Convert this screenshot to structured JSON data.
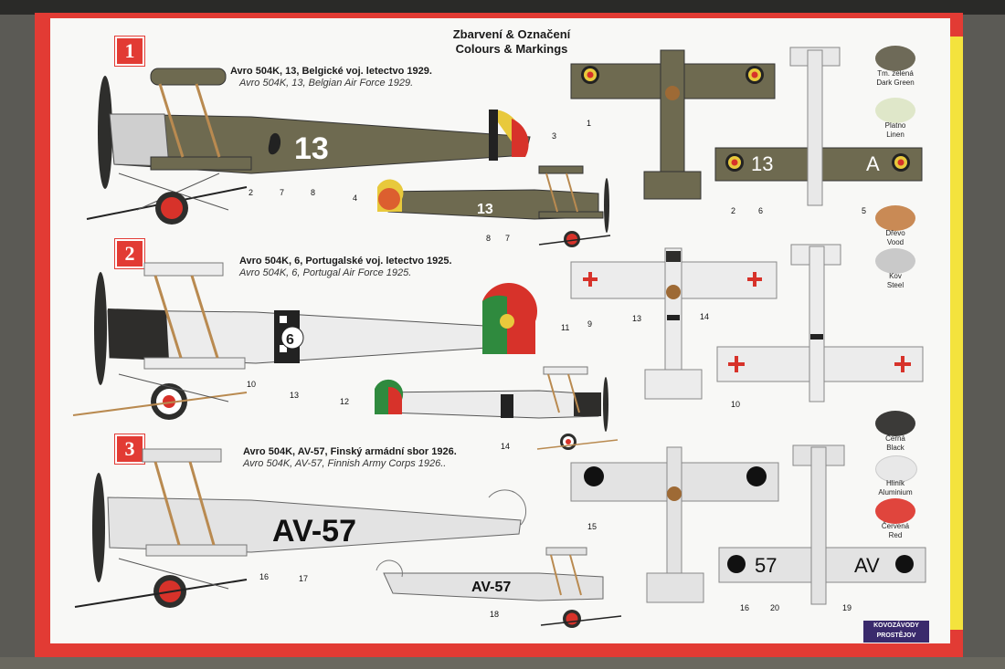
{
  "header": {
    "title_cz": "Zbarvení & Označení",
    "title_en": "Colours & Markings"
  },
  "schemes": [
    {
      "badge": "1",
      "caption_local": "Avro 504K, 13, Belgické voj. letectvo 1929.",
      "caption_en": "Avro 504K, 13, Belgian Air Force 1929.",
      "serial": "13"
    },
    {
      "badge": "2",
      "caption_local": "Avro 504K, 6, Portugalské voj. letectvo 1925.",
      "caption_en": "Avro 504K, 6, Portugal Air Force 1925.",
      "serial": "6"
    },
    {
      "badge": "3",
      "caption_local": "Avro 504K, AV-57, Finský armádní sbor  1926.",
      "caption_en": "Avro 504K, AV-57, Finnish Army Corps 1926..",
      "serial": "AV-57"
    }
  ],
  "colours": [
    {
      "cz": "Tm. zelená",
      "en": "Dark Green",
      "hex": "#6e6a58"
    },
    {
      "cz": "Platno",
      "en": "Linen",
      "hex": "#dfe7c9"
    },
    {
      "cz": "Dřevo",
      "en": "Vood",
      "hex": "#c98a55"
    },
    {
      "cz": "Kov",
      "en": "Steel",
      "hex": "#c9c9c9"
    },
    {
      "cz": "Černá",
      "en": "Black",
      "hex": "#3b3a38"
    },
    {
      "cz": "Hliník",
      "en": "Aluminium",
      "hex": "#e8e8e8"
    },
    {
      "cz": "Červená",
      "en": "Red",
      "hex": "#e0453d"
    }
  ],
  "callouts": {
    "s1_side": [
      "1",
      "2",
      "7",
      "8",
      "3",
      "4",
      "8",
      "7"
    ],
    "s1_plan": [
      "2",
      "6",
      "5"
    ],
    "s2": [
      "9",
      "13",
      "14",
      "11",
      "10",
      "13",
      "12",
      "14",
      "10"
    ],
    "s3": [
      "15",
      "16",
      "17",
      "18",
      "16",
      "20",
      "19"
    ]
  },
  "plan_texts": {
    "s1_lower_wing_left": "13",
    "s1_lower_wing_right": "A",
    "s3_lower_wing_left": "57",
    "s3_lower_wing_right": "AV"
  },
  "logo": {
    "line1": "KOVOZÁVODY",
    "line2": "PROSTĚJOV"
  }
}
